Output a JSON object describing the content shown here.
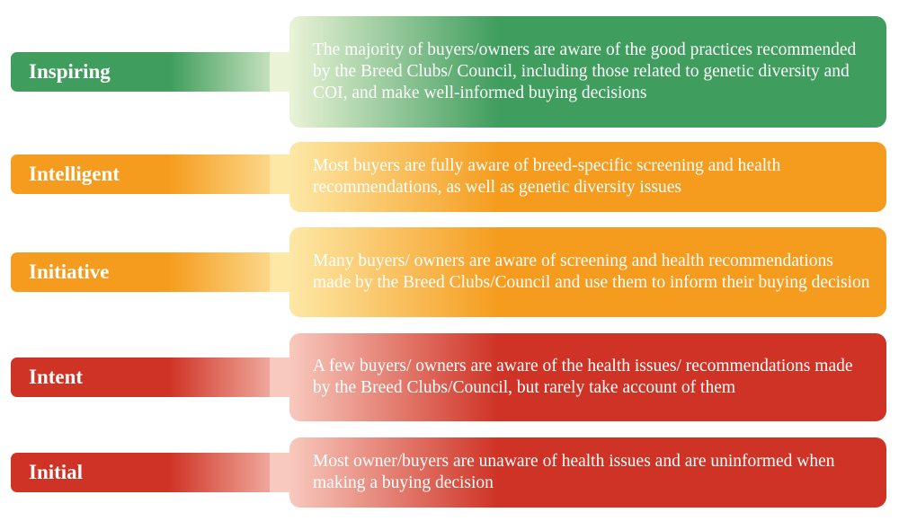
{
  "levels": [
    {
      "label": "Inspiring",
      "description": "The majority of buyers/owners are aware of the good practices recommended by the Breed Clubs/ Council, including those related to genetic diversity and COI, and make well-informed buying decisions",
      "color": "#3f9d5d",
      "color_light": "#eaf3d6"
    },
    {
      "label": "Intelligent",
      "description": "Most buyers are fully aware of breed-specific screening and health recommendations, as well as genetic diversity issues",
      "color": "#f59c1e",
      "color_light": "#fde8a6"
    },
    {
      "label": "Initiative",
      "description": "Many buyers/ owners are aware of screening and health recommendations made by the Breed Clubs/Council and use them to inform their buying decision",
      "color": "#f59c1e",
      "color_light": "#fde8a6"
    },
    {
      "label": "Intent",
      "description": "A few buyers/ owners are aware of the health issues/ recommendations made by the Breed Clubs/Council, but rarely take account of them",
      "color": "#cf3325",
      "color_light": "#f8c9bd"
    },
    {
      "label": "Initial",
      "description": "Most owner/buyers are unaware of health issues and are uninformed when making a buying decision",
      "color": "#cf3325",
      "color_light": "#f8c9bd"
    }
  ]
}
